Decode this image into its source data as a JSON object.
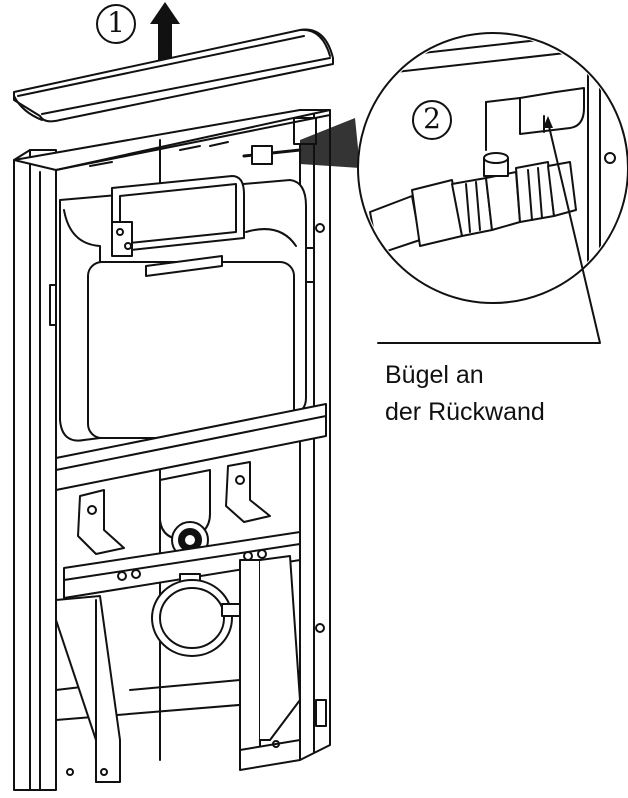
{
  "steps": {
    "step1": "1",
    "step2": "2"
  },
  "callout": {
    "line1": "Bügel an",
    "line2": "der Rückwand"
  },
  "colors": {
    "line": "#111111",
    "fill": "#ffffff",
    "shade": "#e8e8e8"
  }
}
